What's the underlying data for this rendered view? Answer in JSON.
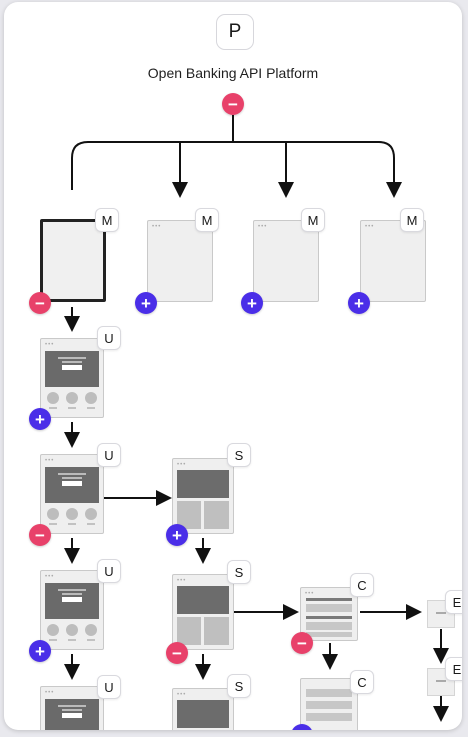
{
  "root": {
    "label": "P",
    "title": "Open Banking API Platform"
  },
  "badges": {
    "module": "M",
    "ui": "U",
    "screen": "S",
    "component": "C",
    "element": "E"
  },
  "toggles": {
    "minus": "−",
    "plus": "+"
  },
  "colors": {
    "collapse": "#e8416a",
    "expand": "#4a2ee8",
    "card_background": "#ffffff"
  }
}
